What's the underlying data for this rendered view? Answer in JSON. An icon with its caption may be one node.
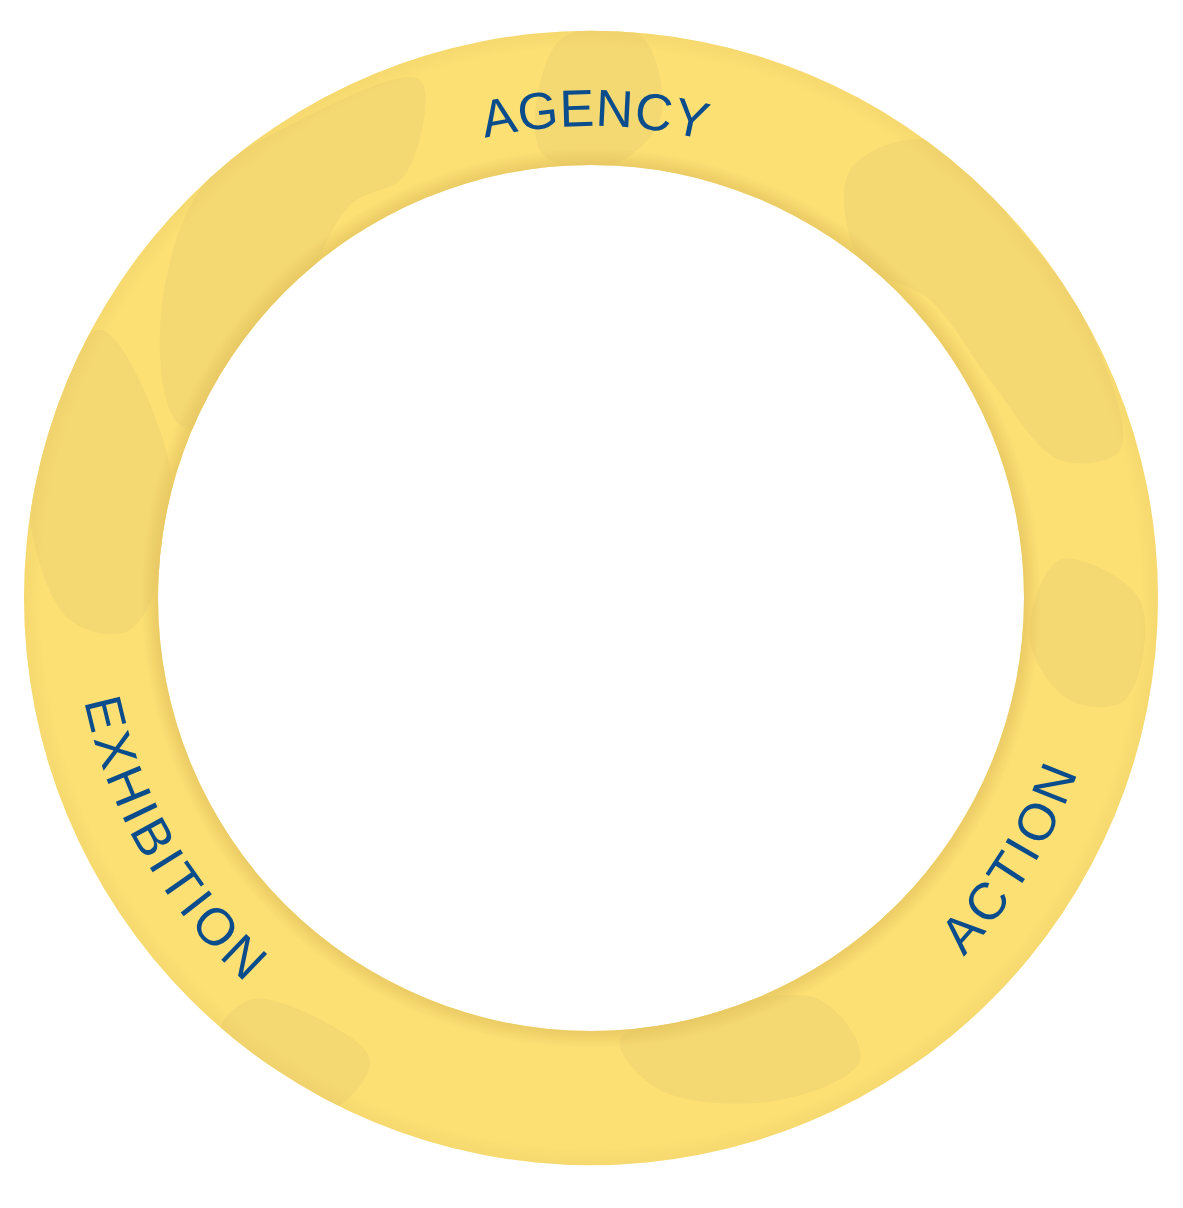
{
  "diagram": {
    "nodes": [
      {
        "text": [
          "AGENCY",
          "EXHIBITION",
          "ACTION"
        ]
      }
    ]
  }
}
